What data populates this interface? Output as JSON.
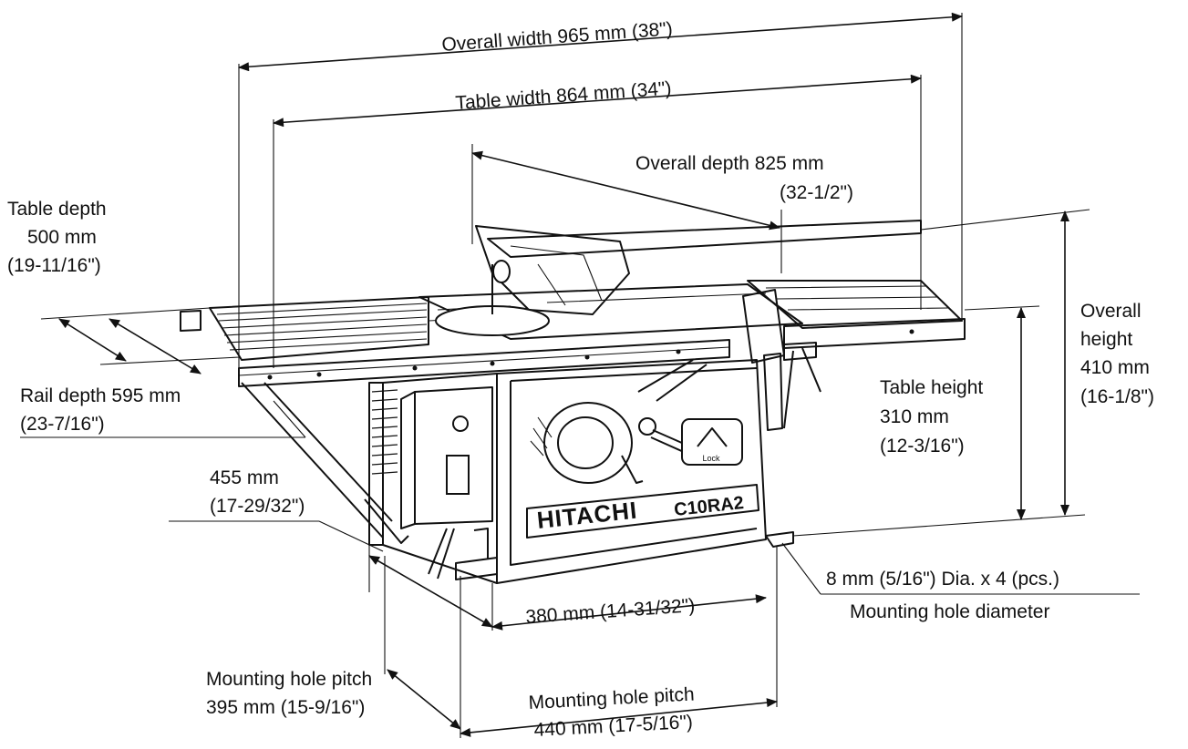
{
  "labels": {
    "overall_width": "Overall width 965 mm (38\")",
    "table_width": "Table width 864 mm (34\")",
    "overall_depth_1": "Overall depth 825 mm",
    "overall_depth_2": "(32-1/2\")",
    "table_depth_1": "Table depth",
    "table_depth_2": "500 mm",
    "table_depth_3": "(19-11/16\")",
    "overall_height_1": "Overall",
    "overall_height_2": "height",
    "overall_height_3": "410 mm",
    "overall_height_4": "(16-1/8\")",
    "table_height_1": "Table height",
    "table_height_2": "310 mm",
    "table_height_3": "(12-3/16\")",
    "rail_depth_1": "Rail depth 595 mm",
    "rail_depth_2": "(23-7/16\")",
    "depth_455_1": "455 mm",
    "depth_455_2": "(17-29/32\")",
    "width_380": "380 mm (14-31/32\")",
    "hole_dia": "8 mm (5/16\") Dia. x 4 (pcs.)",
    "hole_dia_caption": "Mounting hole diameter",
    "pitch_395_1": "Mounting hole pitch",
    "pitch_395_2": "395 mm (15-9/16\")",
    "pitch_440_1": "Mounting hole pitch",
    "pitch_440_2": "440 mm (17-5/16\")"
  },
  "machine": {
    "brand": "HITACHI",
    "model": "C10RA2",
    "lock_label": "Lock"
  },
  "colors": {
    "ink": "#111111",
    "paper": "#ffffff"
  }
}
